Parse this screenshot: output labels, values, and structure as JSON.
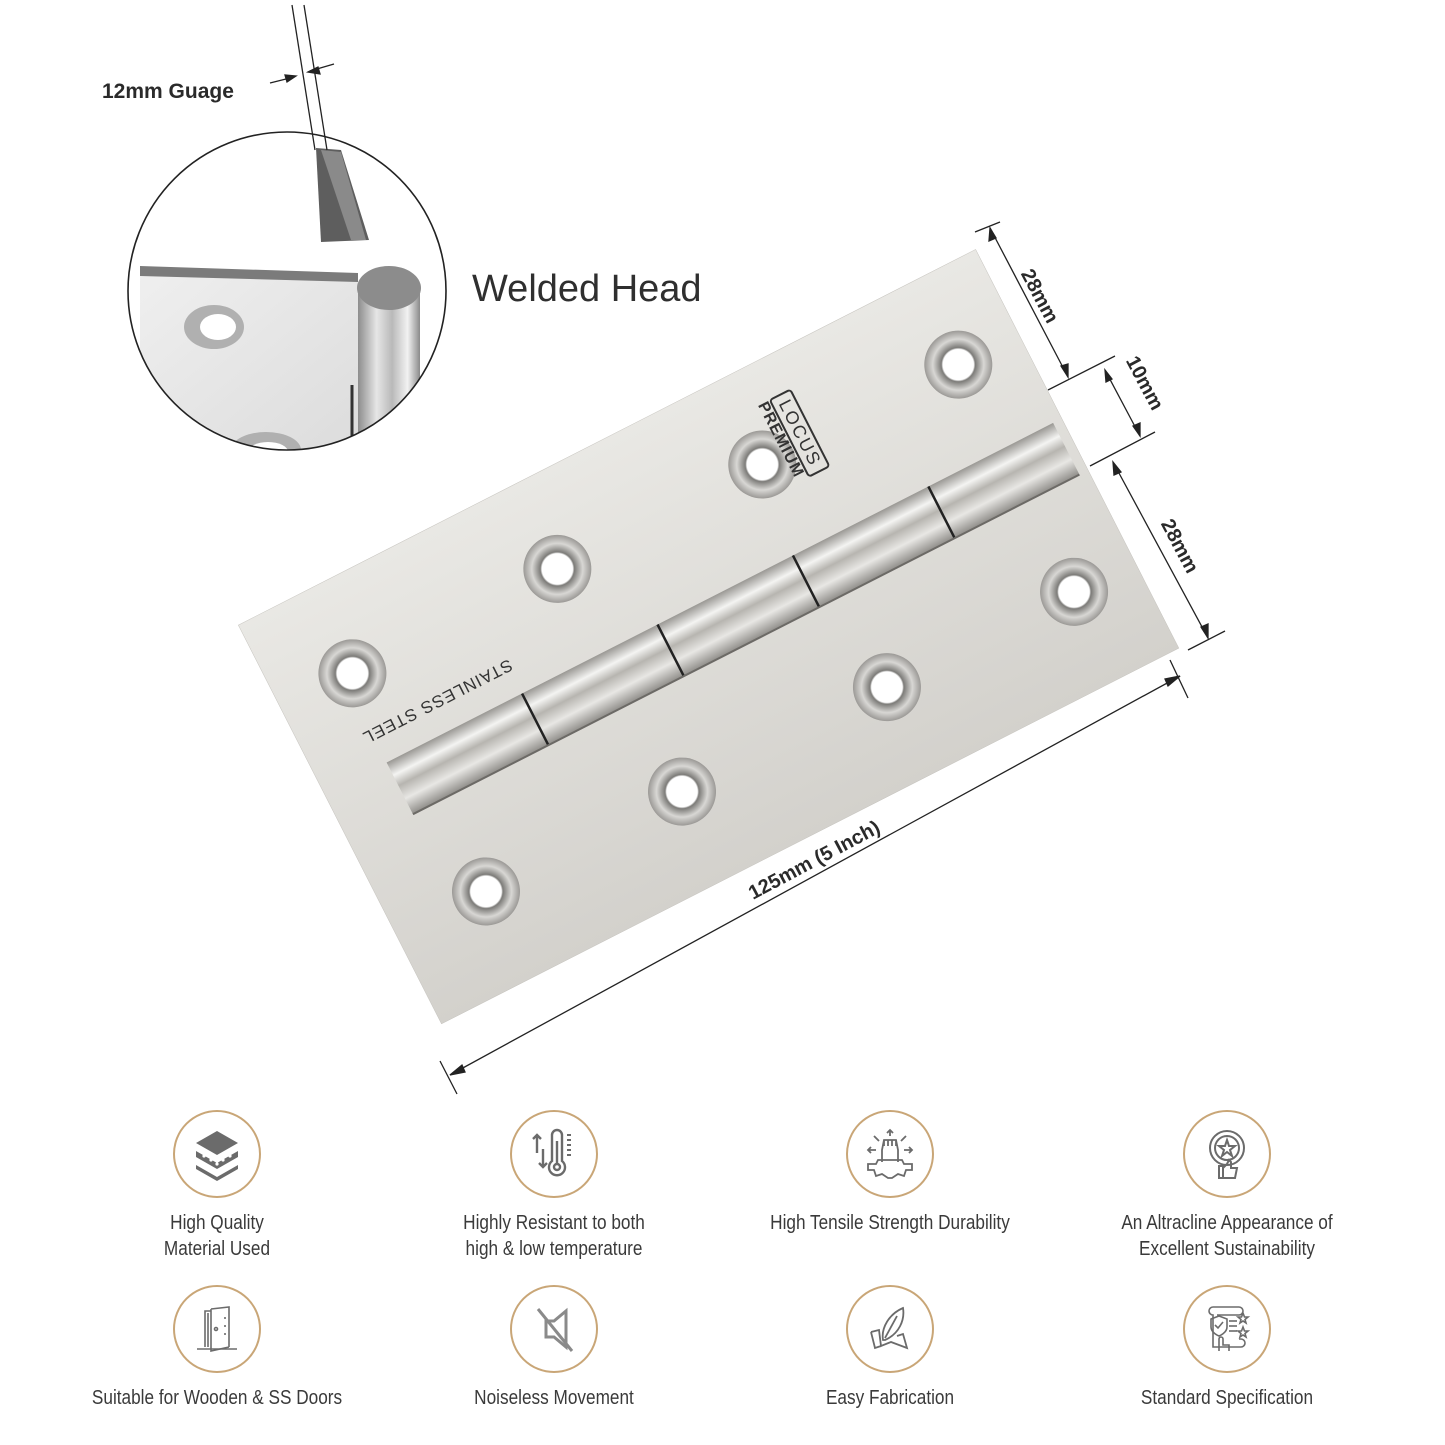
{
  "detail_inset": {
    "gauge_label": "12mm Guage",
    "feature_label": "Welded Head"
  },
  "product": {
    "brand": "LOCUS",
    "line": "PREMIUM",
    "material_stamp": "STAINLESS STEEL"
  },
  "dimensions": {
    "leaf_width_top": "28mm",
    "knuckle_width": "10mm",
    "leaf_width_bottom": "28mm",
    "length": "125mm (5 Inch)"
  },
  "colors": {
    "ring": "#c9a677",
    "icon": "#6b6b6b",
    "text": "#3a3a3a",
    "steel": "#d9d7d2"
  },
  "features": [
    {
      "icon": "layers-icon",
      "label_line1": "High Quality",
      "label_line2": "Material Used"
    },
    {
      "icon": "thermometer-icon",
      "label_line1": "Highly Resistant to both",
      "label_line2": "high & low temperature"
    },
    {
      "icon": "fist-gear-icon",
      "label_line1": "High Tensile Strength Durability",
      "label_line2": ""
    },
    {
      "icon": "medal-thumbs-up-icon",
      "label_line1": "An Altracline Appearance of",
      "label_line2": "Excellent Sustainability"
    },
    {
      "icon": "door-icon",
      "label_line1": "Suitable for Wooden & SS Doors",
      "label_line2": ""
    },
    {
      "icon": "mute-speaker-icon",
      "label_line1": "Noiseless Movement",
      "label_line2": ""
    },
    {
      "icon": "feather-paper-icon",
      "label_line1": "Easy Fabrication",
      "label_line2": ""
    },
    {
      "icon": "certificate-scroll-icon",
      "label_line1": "Standard Specification",
      "label_line2": ""
    }
  ]
}
